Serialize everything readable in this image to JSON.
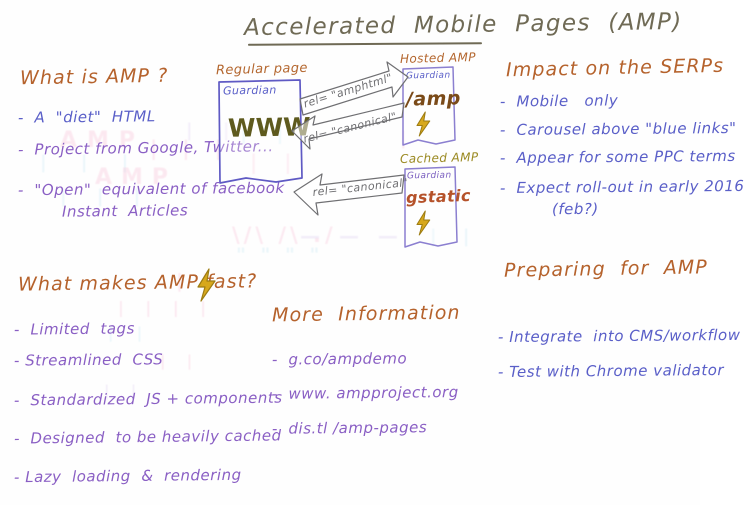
{
  "board": {
    "title": "Accelerated  Mobile  Pages  (AMP)",
    "background_color": "#fefefe"
  },
  "colors": {
    "heading_orange": "#b5622c",
    "bullet_purple": "#8a5fc4",
    "bullet_blue": "#5a5fc8",
    "olive": "#9b8a23",
    "bolt_gold": "#d4a017",
    "arrow_gray": "#6f6f72",
    "box_indigo": "#6a63c9"
  },
  "sections": {
    "what_is_amp": {
      "heading": "What is AMP ?",
      "bullets": [
        "-  A  \"diet\"  HTML",
        "-  Project from Google, Twitter...",
        "-  \"Open\"  equivalent of facebook",
        "Instant  Articles"
      ]
    },
    "what_makes_fast": {
      "heading": "What makes AMP fast?",
      "heading_icon": "lightning-bolt-icon",
      "bullets": [
        "-  Limited  tags",
        "- Streamlined  CSS",
        "-  Standardized  JS + components",
        "-  Designed  to be heavily cached",
        "- Lazy  loading  &  rendering"
      ]
    },
    "more_information": {
      "heading": "More  Information",
      "bullets": [
        "-  g.co/ampdemo",
        "-  www. ampproject.org",
        "-  dis.tl /amp-pages"
      ]
    },
    "impact_serps": {
      "heading": "Impact on the SERPs",
      "bullets": [
        "-  Mobile   only",
        "-  Carousel above \"blue links\"",
        "-  Appear for some PPC terms",
        "-  Expect roll-out in early 2016",
        "(feb?)"
      ]
    },
    "preparing": {
      "heading": "Preparing  for  AMP",
      "bullets": [
        "- Integrate  into CMS/workflow",
        "- Test with Chrome validator"
      ]
    }
  },
  "diagram": {
    "regular_page": {
      "label": "Regular page",
      "site": "Guardian",
      "content": "WWW"
    },
    "hosted_amp": {
      "label": "Hosted AMP",
      "site": "Guardian",
      "content": "/amp",
      "icon": "lightning-bolt-icon"
    },
    "cached_amp": {
      "label": "Cached AMP",
      "site": "Guardian",
      "content": "gstatic",
      "icon": "lightning-bolt-icon"
    },
    "arrows": [
      {
        "name": "amphtml-arrow",
        "label": "rel= \"amphtml\"",
        "direction": "right"
      },
      {
        "name": "canonical-arrow-top",
        "label": "rel= \"canonical\"",
        "direction": "left"
      },
      {
        "name": "canonical-arrow-bottom",
        "label": "rel= \"canonical\"",
        "direction": "left"
      }
    ]
  },
  "ghosts": [
    "AMP",
    "AMP",
    "WWW",
    "I I I",
    "\\/\\ /\\ ./",
    "\" \" \" \"",
    "L",
    "I I"
  ]
}
